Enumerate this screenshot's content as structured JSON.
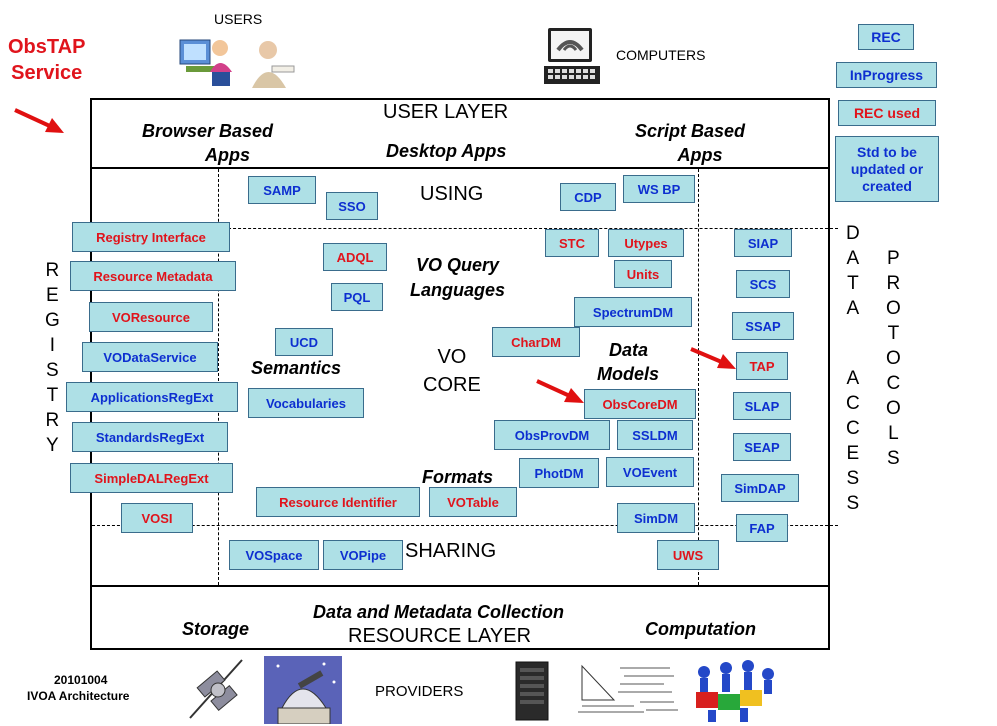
{
  "header": {
    "service_line1": "ObsTAP",
    "service_line2": "Service",
    "users_label": "USERS",
    "computers_label": "COMPUTERS"
  },
  "legend": {
    "rec": "REC",
    "in_progress": "InProgress",
    "rec_used": "REC used",
    "std_line1": "Std to be",
    "std_line2": "updated or",
    "std_line3": "created"
  },
  "user_layer": {
    "title": "USER LAYER",
    "browser_line1": "Browser Based",
    "browser_line2": "Apps",
    "desktop": "Desktop Apps",
    "script_line1": "Script Based",
    "script_line2": "Apps"
  },
  "zones": {
    "using": "USING",
    "sharing": "SHARING",
    "vo_core_line1": "VO",
    "vo_core_line2": "CORE",
    "query_line1": "VO Query",
    "query_line2": "Languages",
    "semantics": "Semantics",
    "data_models_line1": "Data",
    "data_models_line2": "Models",
    "formats": "Formats"
  },
  "registry_letters": [
    "R",
    "E",
    "G",
    "I",
    "S",
    "T",
    "R",
    "Y"
  ],
  "data_letters": [
    "D",
    "A",
    "T",
    "A"
  ],
  "access_letters": [
    "A",
    "C",
    "C",
    "E",
    "S",
    "S"
  ],
  "protocols_letters": [
    "P",
    "R",
    "O",
    "T",
    "O",
    "C",
    "O",
    "L",
    "S"
  ],
  "boxes": {
    "samp": "SAMP",
    "sso": "SSO",
    "cdp": "CDP",
    "wsbp": "WS BP",
    "registry_interface": "Registry Interface",
    "resource_metadata": "Resource Metadata",
    "voresource": "VOResource",
    "vodataservice": "VODataService",
    "applicationsregext": "ApplicationsRegExt",
    "standardsregext": "StandardsRegExt",
    "simpledalregext": "SimpleDALRegExt",
    "vosi": "VOSI",
    "adql": "ADQL",
    "pql": "PQL",
    "ucd": "UCD",
    "vocabularies": "Vocabularies",
    "stc": "STC",
    "utypes": "Utypes",
    "units": "Units",
    "spectrumdm": "SpectrumDM",
    "chardm": "CharDM",
    "obscoredm": "ObsCoreDM",
    "obsprovdm": "ObsProvDM",
    "ssldm": "SSLDM",
    "photdm": "PhotDM",
    "voevent": "VOEvent",
    "simdm": "SimDM",
    "resource_identifier": "Resource Identifier",
    "votable": "VOTable",
    "uws": "UWS",
    "vospace": "VOSpace",
    "vopipe": "VOPipe",
    "siap": "SIAP",
    "scs": "SCS",
    "ssap": "SSAP",
    "tap": "TAP",
    "slap": "SLAP",
    "seap": "SEAP",
    "simdap": "SimDAP",
    "fap": "FAP"
  },
  "resource_layer": {
    "collection": "Data and Metadata Collection",
    "title": "RESOURCE LAYER",
    "storage": "Storage",
    "computation": "Computation"
  },
  "footer": {
    "date": "20101004",
    "arch": "IVOA Architecture",
    "providers": "PROVIDERS"
  },
  "colors": {
    "box_fill": "#aee0e6",
    "box_border": "#3a6c8c",
    "standard_blue": "#0d2fd0",
    "standard_red": "#e0141c",
    "arrow_red": "#e01010"
  }
}
